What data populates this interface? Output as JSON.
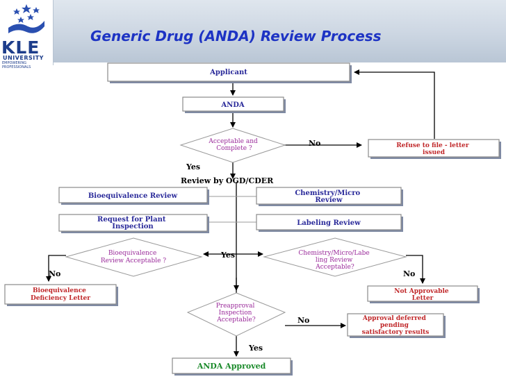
{
  "title": "Generic Drug (ANDA) Review Process",
  "logo": {
    "name": "KLE",
    "subtitle": "UNIVERSITY",
    "tagline": "EMPOWERING PROFESSIONALS"
  },
  "nodes": {
    "applicant": "Applicant",
    "anda": "ANDA",
    "acceptable": [
      "Acceptable and",
      "Complete ?"
    ],
    "refuse": [
      "Refuse to file - letter",
      "issued"
    ],
    "review_by": "Review by OGD/CDER",
    "bioeq_review": "Bioequivalence Review",
    "chem_review": [
      "Chemistry/Micro",
      "Review"
    ],
    "plant_request": [
      "Request for Plant",
      "Inspection"
    ],
    "labeling": "Labeling Review",
    "bioeq_acceptable": [
      "Bioequivalence",
      "Review Acceptable ?"
    ],
    "chem_acceptable": [
      "Chemistry/Micro/Labe",
      "ling Review",
      "Acceptable?"
    ],
    "bioeq_deficiency": [
      "Bioequivalence",
      "Deficiency Letter"
    ],
    "not_approvable": [
      "Not Approvable",
      "Letter"
    ],
    "preapproval": [
      "Preapproval",
      "Inspection",
      "Acceptable?"
    ],
    "deferred": [
      "Approval deferred",
      "pending",
      "satisfactory results"
    ],
    "approved": "ANDA Approved"
  },
  "labels": {
    "no": "No",
    "yes": "Yes"
  }
}
